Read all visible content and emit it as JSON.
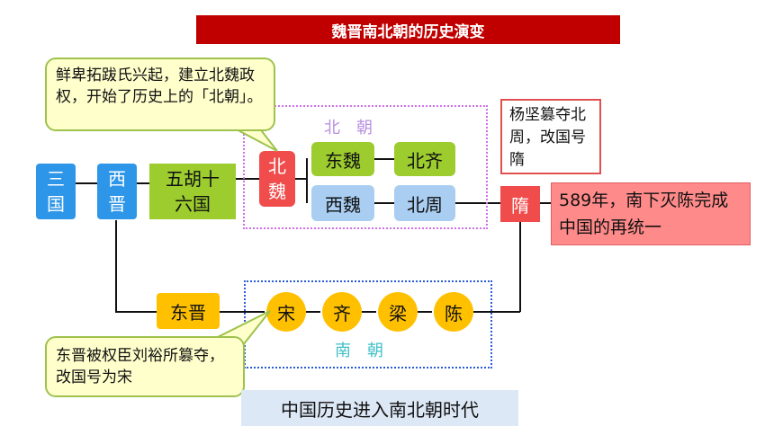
{
  "title": "魏晋南北朝的历史演变",
  "nodes": {
    "sanguo": "三\n国",
    "xijin": "西\n晋",
    "wuhu": "五胡十\n六国",
    "beiwei": "北\n魏",
    "dongwei": "东魏",
    "beiqi": "北齐",
    "xiwei": "西魏",
    "beizhou": "北周",
    "sui": "隋",
    "dongjin": "东晋",
    "song": "宋",
    "qi": "齐",
    "liang": "梁",
    "chen": "陈"
  },
  "labels": {
    "north": "北朝",
    "south": "南朝"
  },
  "callouts": {
    "beiwei": "鲜卑拓跋氏兴起，建立北魏政权，开始了历史上的「北朝」。",
    "song": "东晋被权臣刘裕所篡夺，改国号为宋"
  },
  "notes": {
    "yangjian": "杨坚篡夺北周，改国号隋",
    "unify": "589年，南下灭陈完成中国的再统一"
  },
  "footer": "中国历史进入南北朝时代",
  "colors": {
    "title_bg": "#c00000",
    "blue": "#2e96e8",
    "green": "#9ccc2e",
    "lightblue": "#a9cef2",
    "red": "#f04c4c",
    "orange": "#ffc000",
    "callout_bg": "#ffffcc",
    "footer_bg": "#dde8f6"
  }
}
